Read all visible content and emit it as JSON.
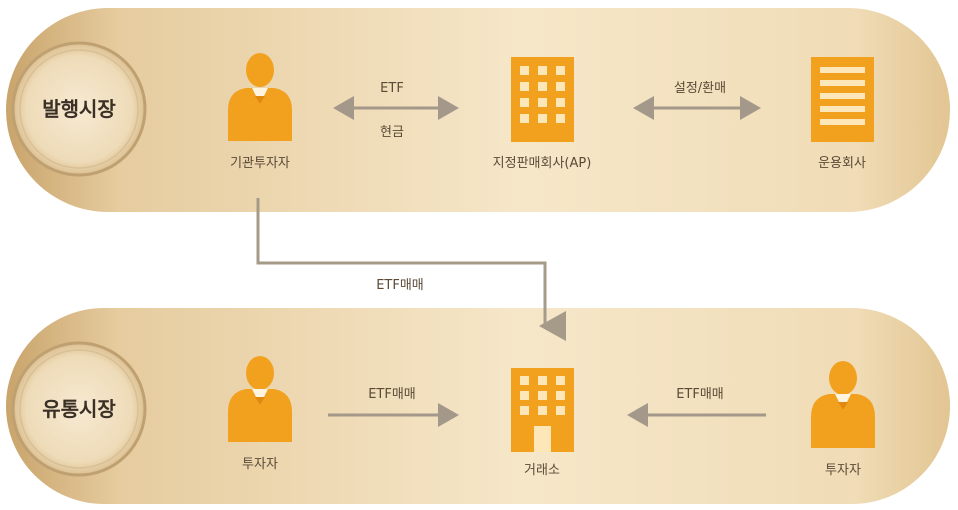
{
  "issuance_market": {
    "title": "발행시장",
    "institutional_investor": "기관투자자",
    "authorized_participant": "지정판매회사(AP)",
    "asset_manager": "운용회사",
    "arrow_etf": "ETF",
    "arrow_cash": "현금",
    "arrow_create_redeem": "설정/환매"
  },
  "connector_label": "ETF매매",
  "secondary_market": {
    "title": "유통시장",
    "investor_left": "투자자",
    "exchange": "거래소",
    "investor_right": "투자자",
    "arrow_left_trade": "ETF매매",
    "arrow_right_trade": "ETF매매"
  },
  "colors": {
    "band_light": "#f4e4c6",
    "band_dark": "#d3b27c",
    "icon_orange": "#f2a11f",
    "arrow_gray": "#a39889",
    "connector": "#a69a88"
  }
}
